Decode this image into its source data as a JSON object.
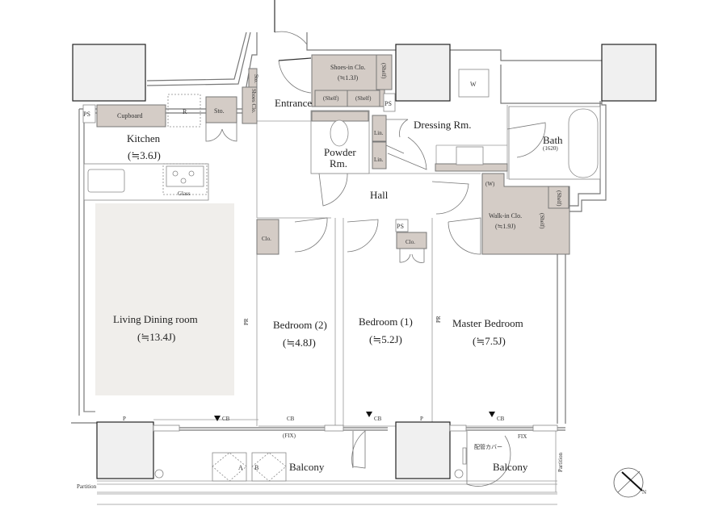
{
  "rooms": {
    "kitchen": {
      "name": "Kitchen",
      "size": "(≒3.6J)"
    },
    "living": {
      "name": "Living Dining room",
      "size": "(≒13.4J)"
    },
    "bedroom2": {
      "name": "Bedroom (2)",
      "size": "(≒4.8J)"
    },
    "bedroom1": {
      "name": "Bedroom (1)",
      "size": "(≒5.2J)"
    },
    "master": {
      "name": "Master Bedroom",
      "size": "(≒7.5J)"
    },
    "entrance": {
      "name": "Entrance"
    },
    "hall": {
      "name": "Hall"
    },
    "dressing": {
      "name": "Dressing Rm."
    },
    "powder": {
      "name": "Powder",
      "name2": "Rm."
    },
    "bath": {
      "name": "Bath",
      "size": "(1620)"
    },
    "shoes_in": {
      "name": "Shoes-in Clo.",
      "size": "(≒1.3J)"
    },
    "walkin": {
      "name": "Walk-in Clo.",
      "size": "(≒1.9J)"
    },
    "balcony_left": {
      "name": "Balcony"
    },
    "balcony_right": {
      "name": "Balcony"
    }
  },
  "fixtures": {
    "ps": "PS",
    "cupboard": "Cupboard",
    "r": "R",
    "sto": "Sto.",
    "shoes_clo": "Shoes Clo.",
    "shelf": "(Shelf)",
    "lin": "Lin.",
    "w": "W",
    "w_paren": "(W)",
    "clo": "Clo.",
    "glass": "Glass",
    "pr": "PR",
    "cb": "CB",
    "fix_paren": "(FIX)",
    "fix": "FIX",
    "p": "P",
    "a": "A",
    "b": "B",
    "pipe_cover": "配管カバー",
    "partition": "Partition",
    "north": "N"
  }
}
